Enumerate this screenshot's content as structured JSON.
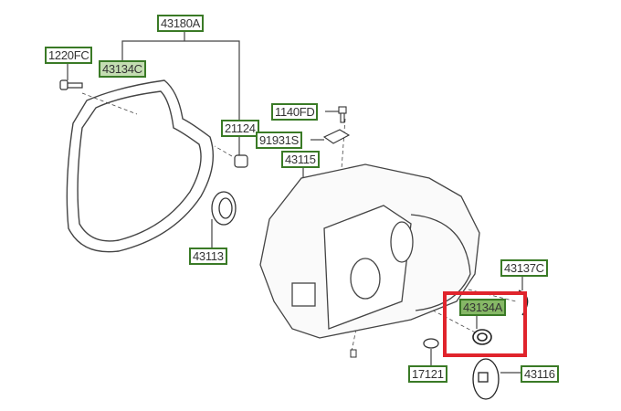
{
  "diagram": {
    "highlight_color": "#e0242c",
    "label_border_color": "#3a7a26",
    "parts": {
      "p43180A": "43180A",
      "p1220FC": "1220FC",
      "p43134C": "43134C",
      "p21124": "21124",
      "p1140FD": "1140FD",
      "p91931S": "91931S",
      "p43115": "43115",
      "p43113": "43113",
      "p43137C": "43137C",
      "p43134A": "43134A",
      "p17121": "17121",
      "p43116": "43116"
    },
    "highlighted_part": "43134A"
  }
}
